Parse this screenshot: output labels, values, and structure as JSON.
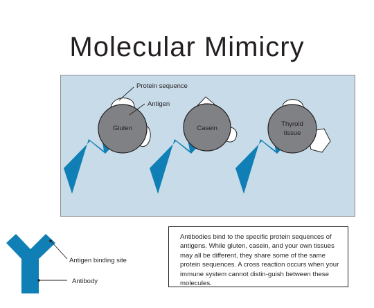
{
  "title": "Molecular Mimicry",
  "callouts": {
    "protein_sequence": "Protein sequence",
    "antigen": "Antigen"
  },
  "antigens": [
    {
      "line1": "Gluten",
      "line2": ""
    },
    {
      "line1": "Casein",
      "line2": ""
    },
    {
      "line1": "Thyroid",
      "line2": "tissue"
    }
  ],
  "legend": {
    "binding_site": "Antigen binding site",
    "antibody": "Antibody"
  },
  "description": "Antibodies bind to the specific protein sequences of antigens. While gluten, casein, and your own tissues may all be different, they share some of the same protein sequences. A cross reaction occurs when your immune system cannot distin-guish between these molecules.",
  "colors": {
    "antibody_blue": "#0f7fb6",
    "antigen_gray": "#808184",
    "panel_bg": "#c7dbe8"
  }
}
